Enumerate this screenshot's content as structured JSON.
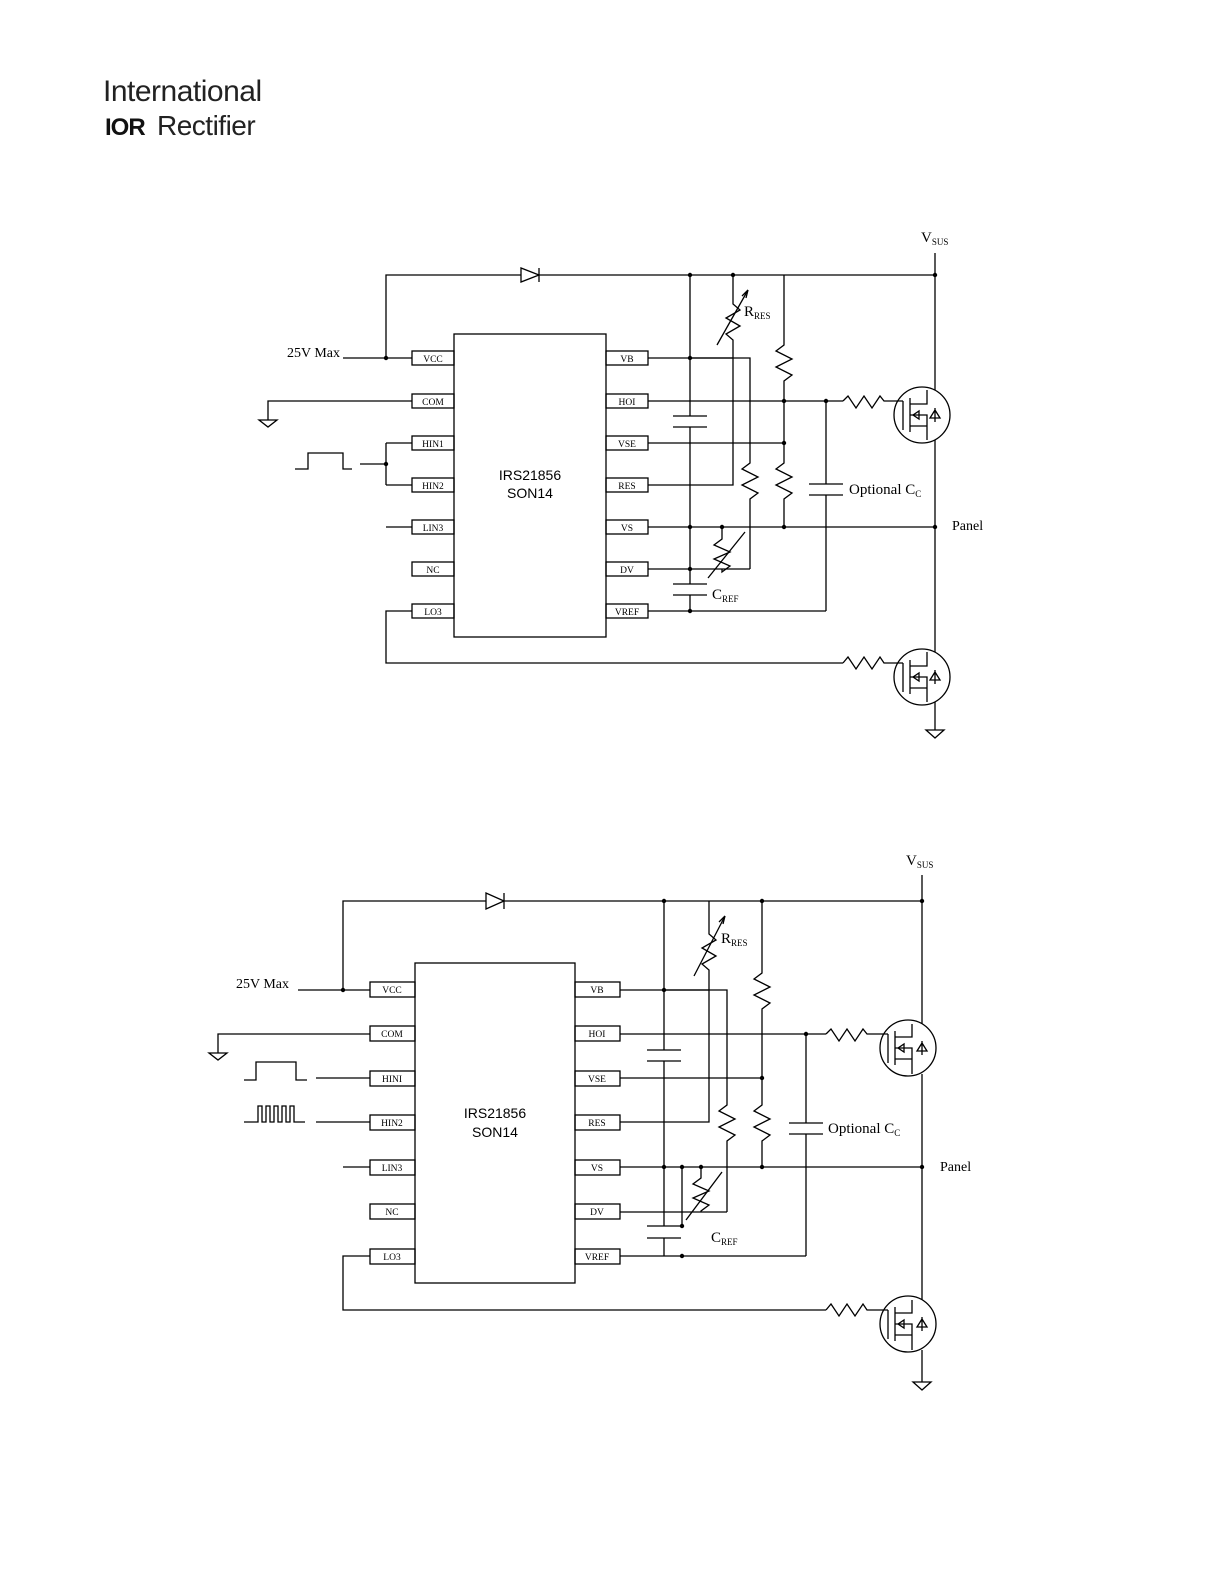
{
  "logo": {
    "line1": "International",
    "mark": "IOR",
    "line2": "Rectifier"
  },
  "circuits": [
    {
      "chip_name": "IRS21856",
      "chip_package": "SON14",
      "supply_label": "25V Max",
      "vsus_main": "V",
      "vsus_sub": "SUS",
      "rres_main": "R",
      "rres_sub": "RES",
      "cref_main": "C",
      "cref_sub": "REF",
      "cc_main": "Optional C",
      "cc_sub": "C",
      "panel_label": "Panel",
      "left_pins": [
        "VCC",
        "COM",
        "HIN1",
        "HIN2",
        "LIN3",
        "NC",
        "LO3"
      ],
      "right_pins": [
        "VB",
        "HOI",
        "VSE",
        "RES",
        "VS",
        "DV",
        "VREF"
      ]
    },
    {
      "chip_name": "IRS21856",
      "chip_package": "SON14",
      "supply_label": "25V Max",
      "vsus_main": "V",
      "vsus_sub": "SUS",
      "rres_main": "R",
      "rres_sub": "RES",
      "cref_main": "C",
      "cref_sub": "REF",
      "cc_main": "Optional C",
      "cc_sub": "C",
      "panel_label": "Panel",
      "left_pins": [
        "VCC",
        "COM",
        "HINI",
        "HIN2",
        "LIN3",
        "NC",
        "LO3"
      ],
      "right_pins": [
        "VB",
        "HOI",
        "VSE",
        "RES",
        "VS",
        "DV",
        "VREF"
      ]
    }
  ],
  "colors": {
    "line": "#000000",
    "background": "#ffffff"
  }
}
